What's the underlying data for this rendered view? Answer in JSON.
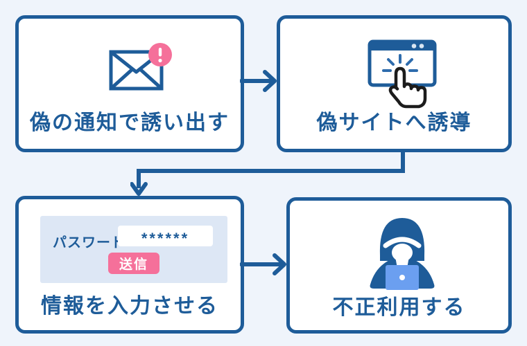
{
  "diagram": {
    "topic": "phishing-flow",
    "colors": {
      "primary_blue": "#1e5c99",
      "background": "#eff4fb",
      "accent_pink": "#f5709a",
      "form_panel_blue": "#dde7f5",
      "laptop_blue": "#6b9ff0"
    },
    "steps": [
      {
        "label": "偽の通知で誘い出す",
        "icon": "mail-alert-icon"
      },
      {
        "label": "偽サイトへ誘導",
        "icon": "browser-click-icon"
      },
      {
        "label": "情報を入力させる",
        "icon": "fake-login-form",
        "form": {
          "field_label": "パスワード",
          "field_value": "******",
          "submit_label": "送信"
        }
      },
      {
        "label": "不正利用する",
        "icon": "hacker-laptop-icon"
      }
    ],
    "connectors": [
      {
        "type": "arrow-right",
        "from": 1,
        "to": 2
      },
      {
        "type": "elbow-down",
        "from": 2,
        "to": 3
      },
      {
        "type": "arrow-right",
        "from": 3,
        "to": 4
      }
    ]
  }
}
